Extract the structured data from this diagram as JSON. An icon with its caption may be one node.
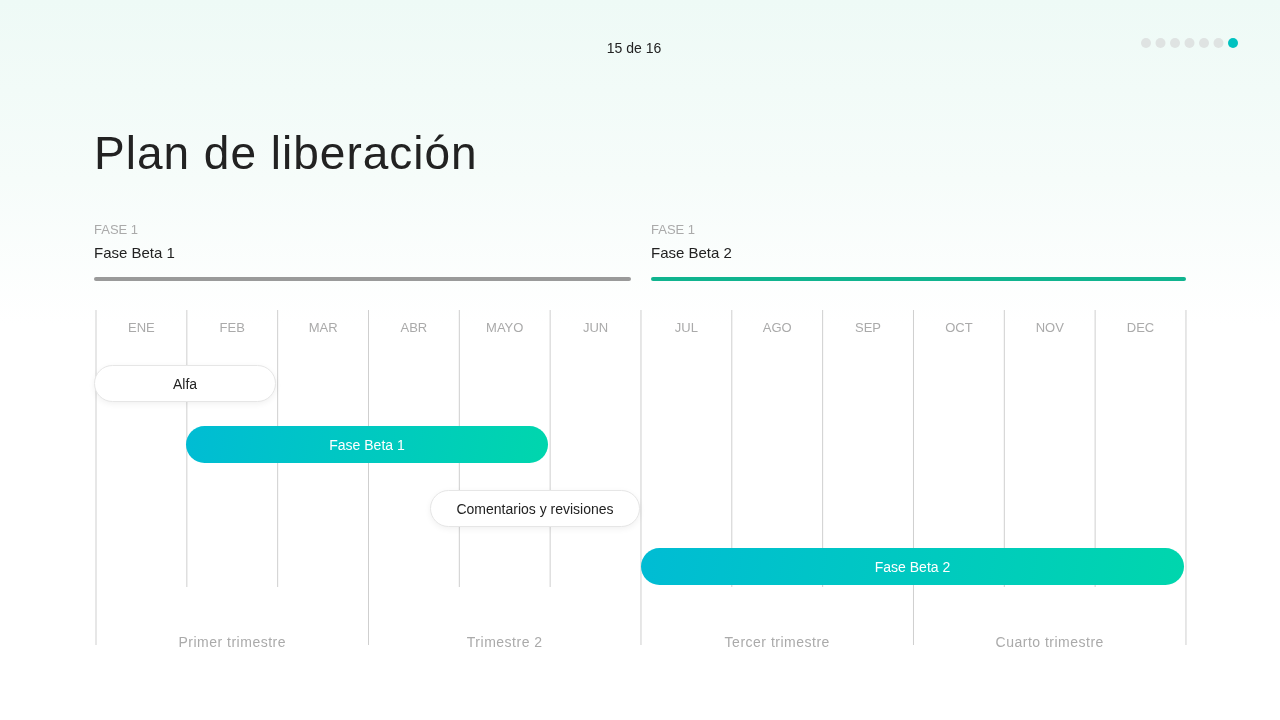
{
  "diagram": {
    "title": "Plan de liberación",
    "nodes": [
      {
        "text": [
          "Alfa"
        ]
      },
      {
        "text": [
          "Fase Beta 1"
        ]
      },
      {
        "text": [
          "Comentarios y revisiones"
        ]
      },
      {
        "text": [
          "Fase Beta 2"
        ]
      }
    ],
    "labels": [
      "15 de 16",
      "FASE 1",
      "Fase Beta 1",
      "FASE 1",
      "Fase Beta 2",
      "ENE",
      "FEB",
      "MAR",
      "ABR",
      "MAYO",
      "JUN",
      "JUL",
      "AGO",
      "SEP",
      "OCT",
      "NOV",
      "DEC",
      "Primer trimestre",
      "Trimestre 2",
      "Tercer trimestre",
      "Cuarto trimestre"
    ]
  }
}
